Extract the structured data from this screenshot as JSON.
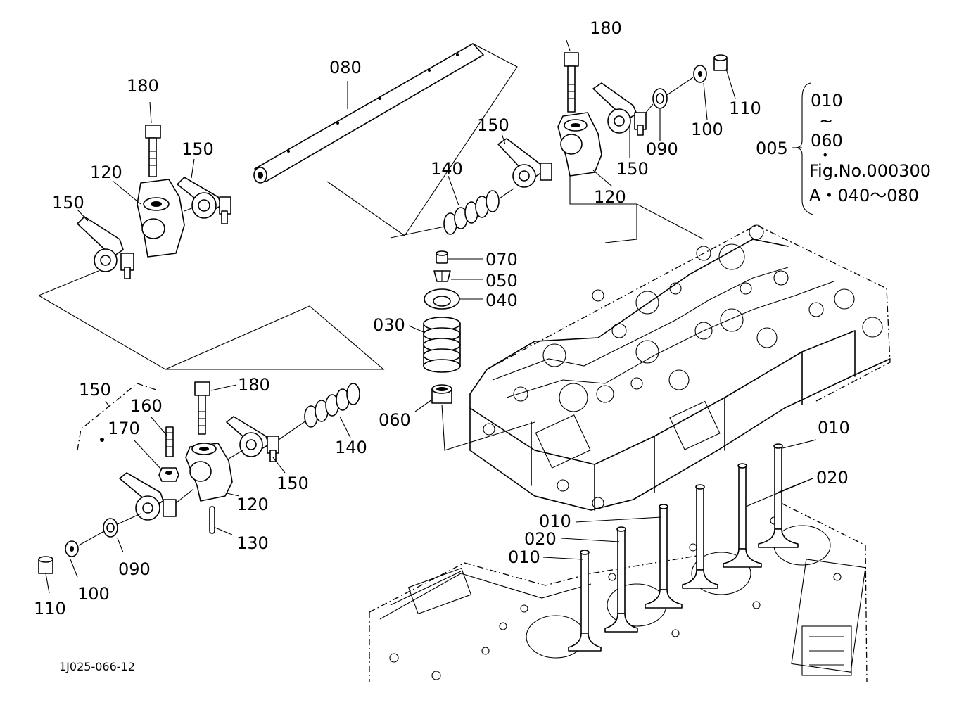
{
  "drawing_id": "1J025-066-12",
  "callouts": {
    "c080": "080",
    "c180_top": "180",
    "c180_left": "180",
    "c180_lower": "180",
    "c150_a": "150",
    "c150_b": "150",
    "c150_c": "150",
    "c150_d": "150",
    "c150_e": "150",
    "c150_f": "150",
    "c120_a": "120",
    "c120_b": "120",
    "c120_c": "120",
    "c140_a": "140",
    "c140_b": "140",
    "c090_a": "090",
    "c090_b": "090",
    "c100_a": "100",
    "c100_b": "100",
    "c110_a": "110",
    "c110_b": "110",
    "c070": "070",
    "c050": "050",
    "c040": "040",
    "c030": "030",
    "c060": "060",
    "c160": "160",
    "c170": "170",
    "c130": "130",
    "c010_a": "010",
    "c010_b": "010",
    "c010_c": "010",
    "c020_a": "020",
    "c020_b": "020"
  },
  "set_note": {
    "assembly": "005",
    "from": "010",
    "tilde": "~",
    "to": "060",
    "dot": "•",
    "fig": "Fig.No.000300",
    "range": "A・040～080"
  }
}
